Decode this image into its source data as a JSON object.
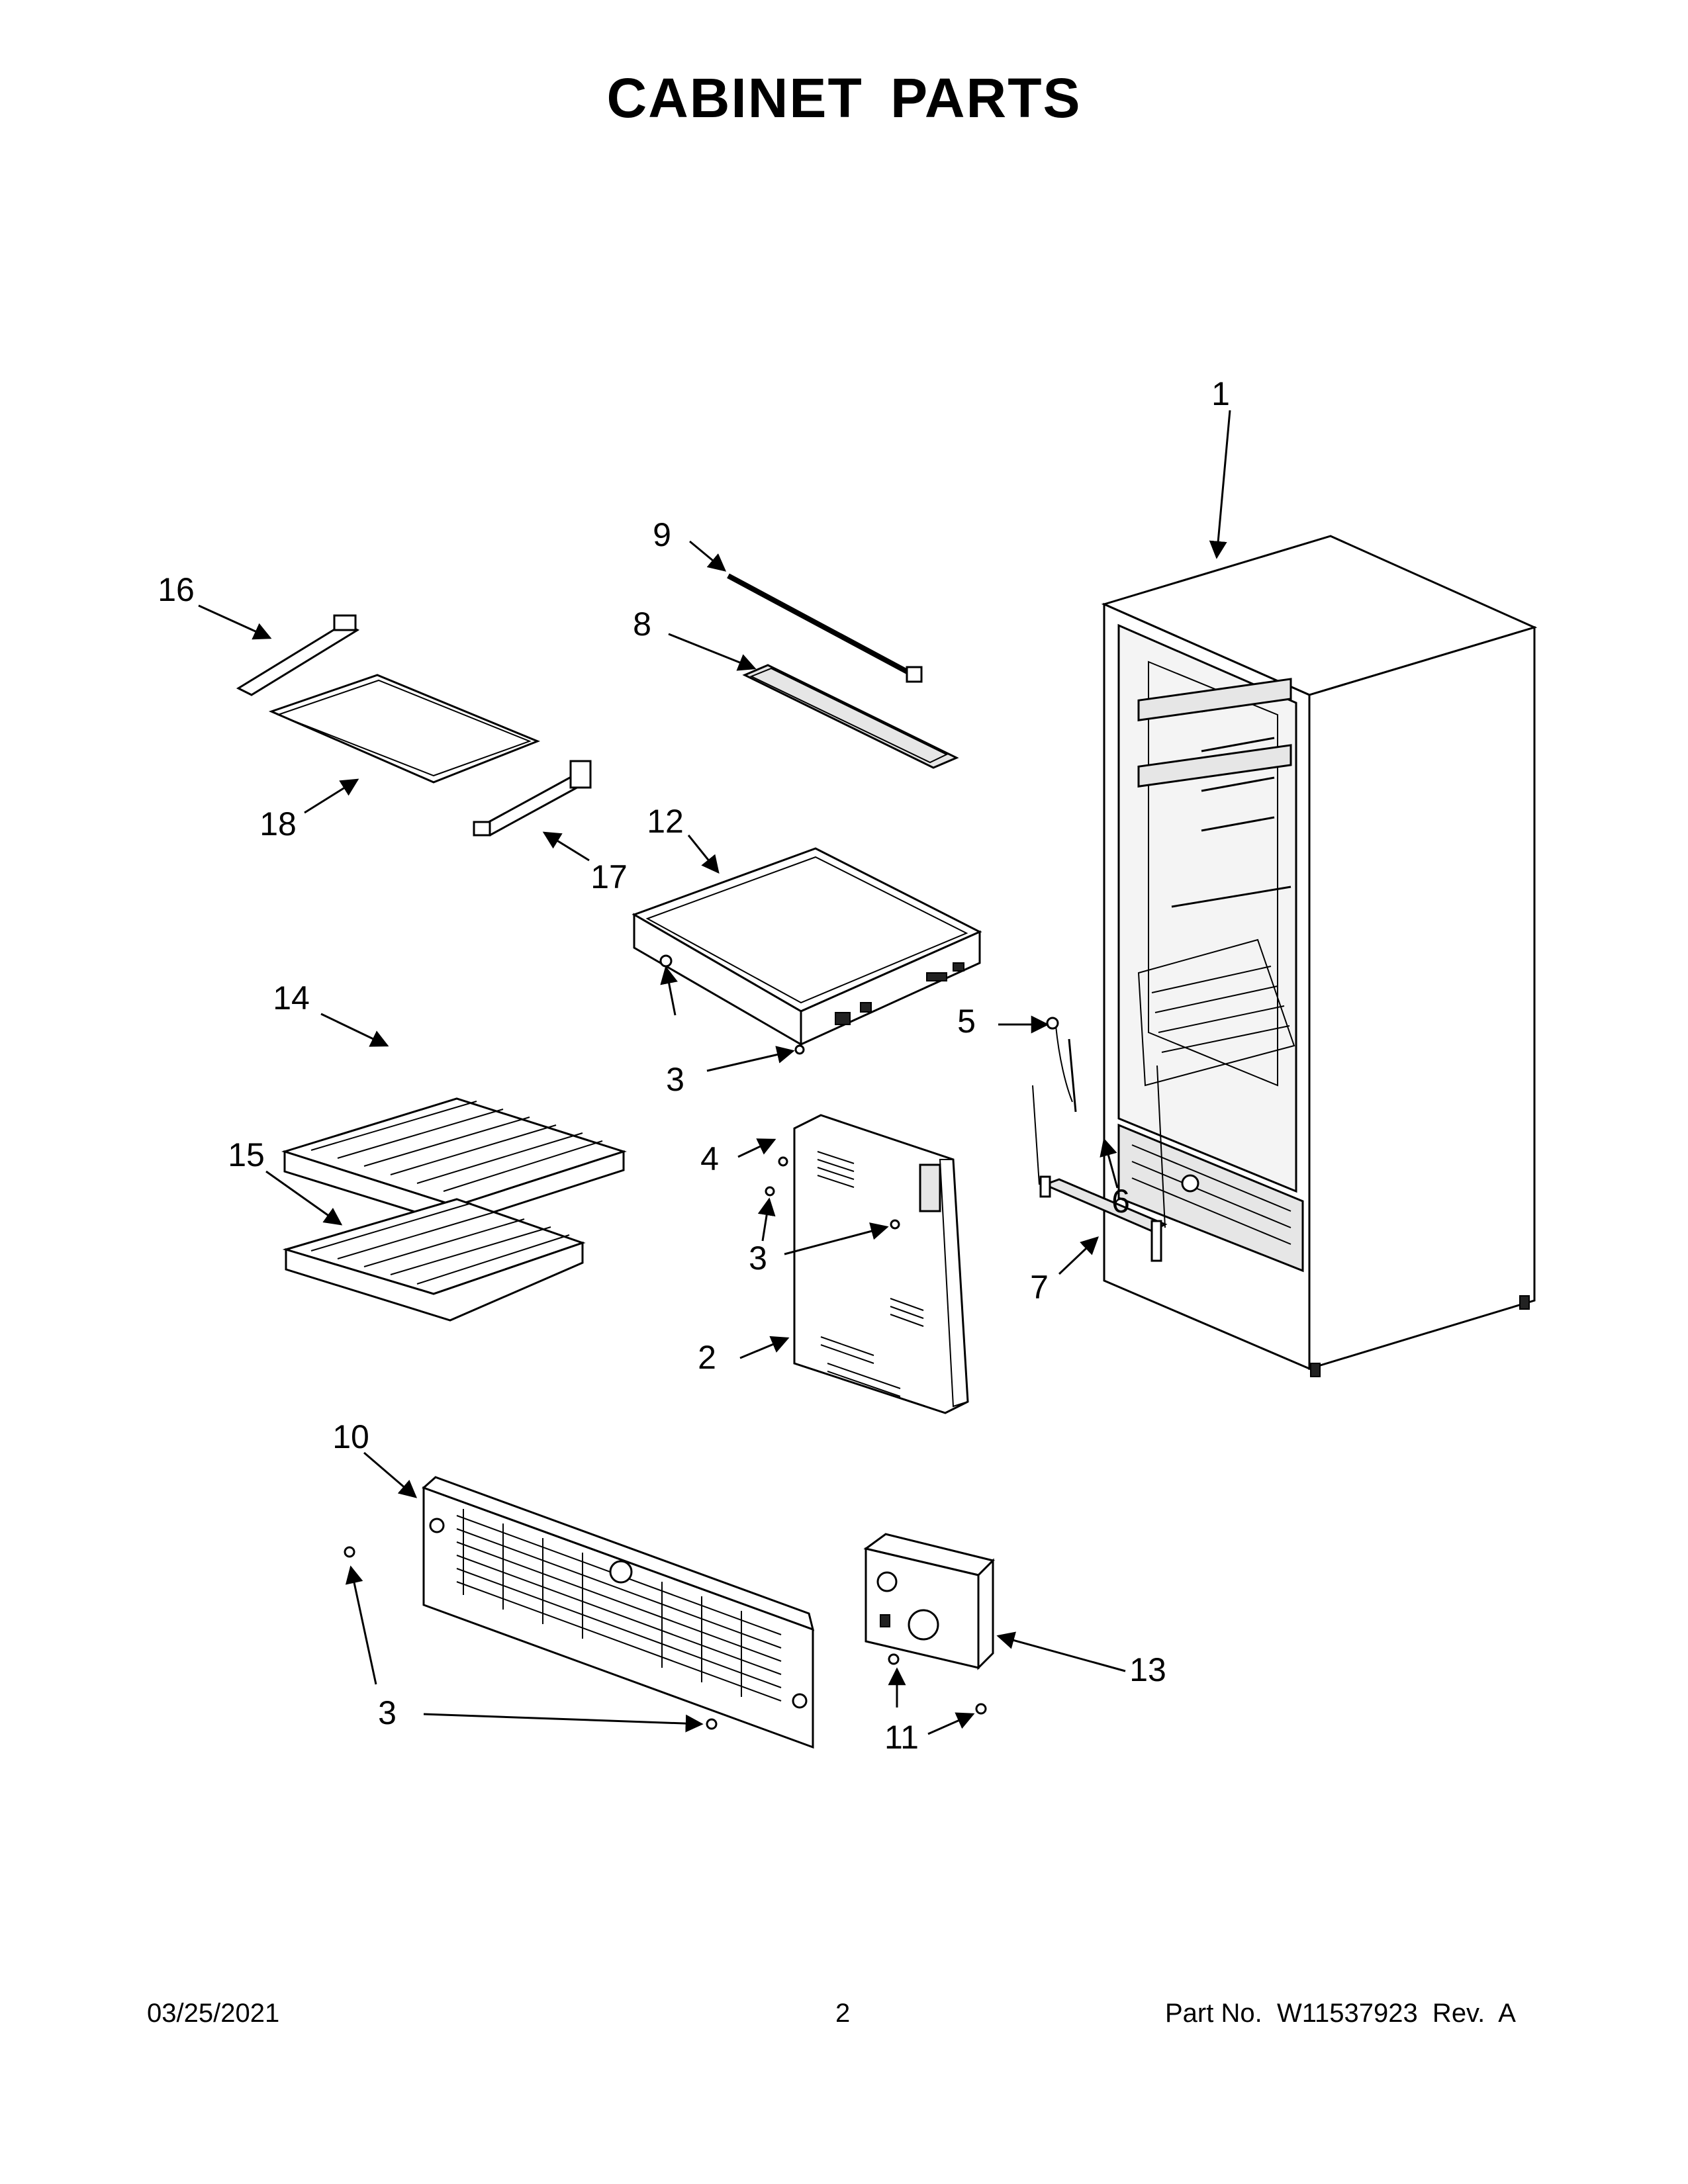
{
  "page": {
    "title": "CABINET PARTS"
  },
  "footer": {
    "date": "03/25/2021",
    "page_number": "2",
    "part_info": "Part No.  W11537923  Rev.  A"
  },
  "callouts": {
    "c1": "1",
    "c2": "2",
    "c3a": "3",
    "c3b": "3",
    "c3c": "3",
    "c4": "4",
    "c5": "5",
    "c6": "6",
    "c7": "7",
    "c8": "8",
    "c9": "9",
    "c10": "10",
    "c11": "11",
    "c12": "12",
    "c13": "13",
    "c14": "14",
    "c15": "15",
    "c16": "16",
    "c17": "17",
    "c18": "18"
  }
}
